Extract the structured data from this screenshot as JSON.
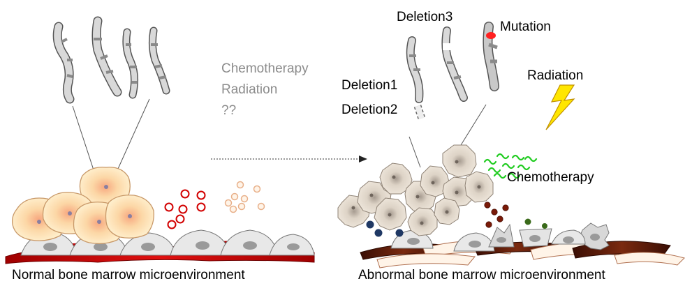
{
  "labels": {
    "deletion1": "Deletion1",
    "deletion2": "Deletion2",
    "deletion3": "Deletion3",
    "mutation": "Mutation",
    "radiation": "Radiation",
    "chemotherapy": "Chemotherapy",
    "treatments": [
      "Chemotherapy",
      "Radiation",
      "??"
    ],
    "normal_caption": "Normal bone marrow microenvironment",
    "abnormal_caption": "Abnormal bone marrow microenvironment"
  },
  "colors": {
    "stem_cell_fill": "#fcdcaa",
    "healthy_cell_outline": "#d7a06a",
    "abnormal_cell_fill": "#ddd3c6",
    "abnormal_cell_outline": "#8e8275",
    "chromosome_gray": "#9a9a9a",
    "mutation_red": "#ff2020",
    "red_cell": "#d20000",
    "lightning": "#ffe600",
    "chemo_green": "#22cc22",
    "stroma_red": "#c00000",
    "stroma_dark": "#4a1508",
    "navy_dot": "#1f3864"
  }
}
